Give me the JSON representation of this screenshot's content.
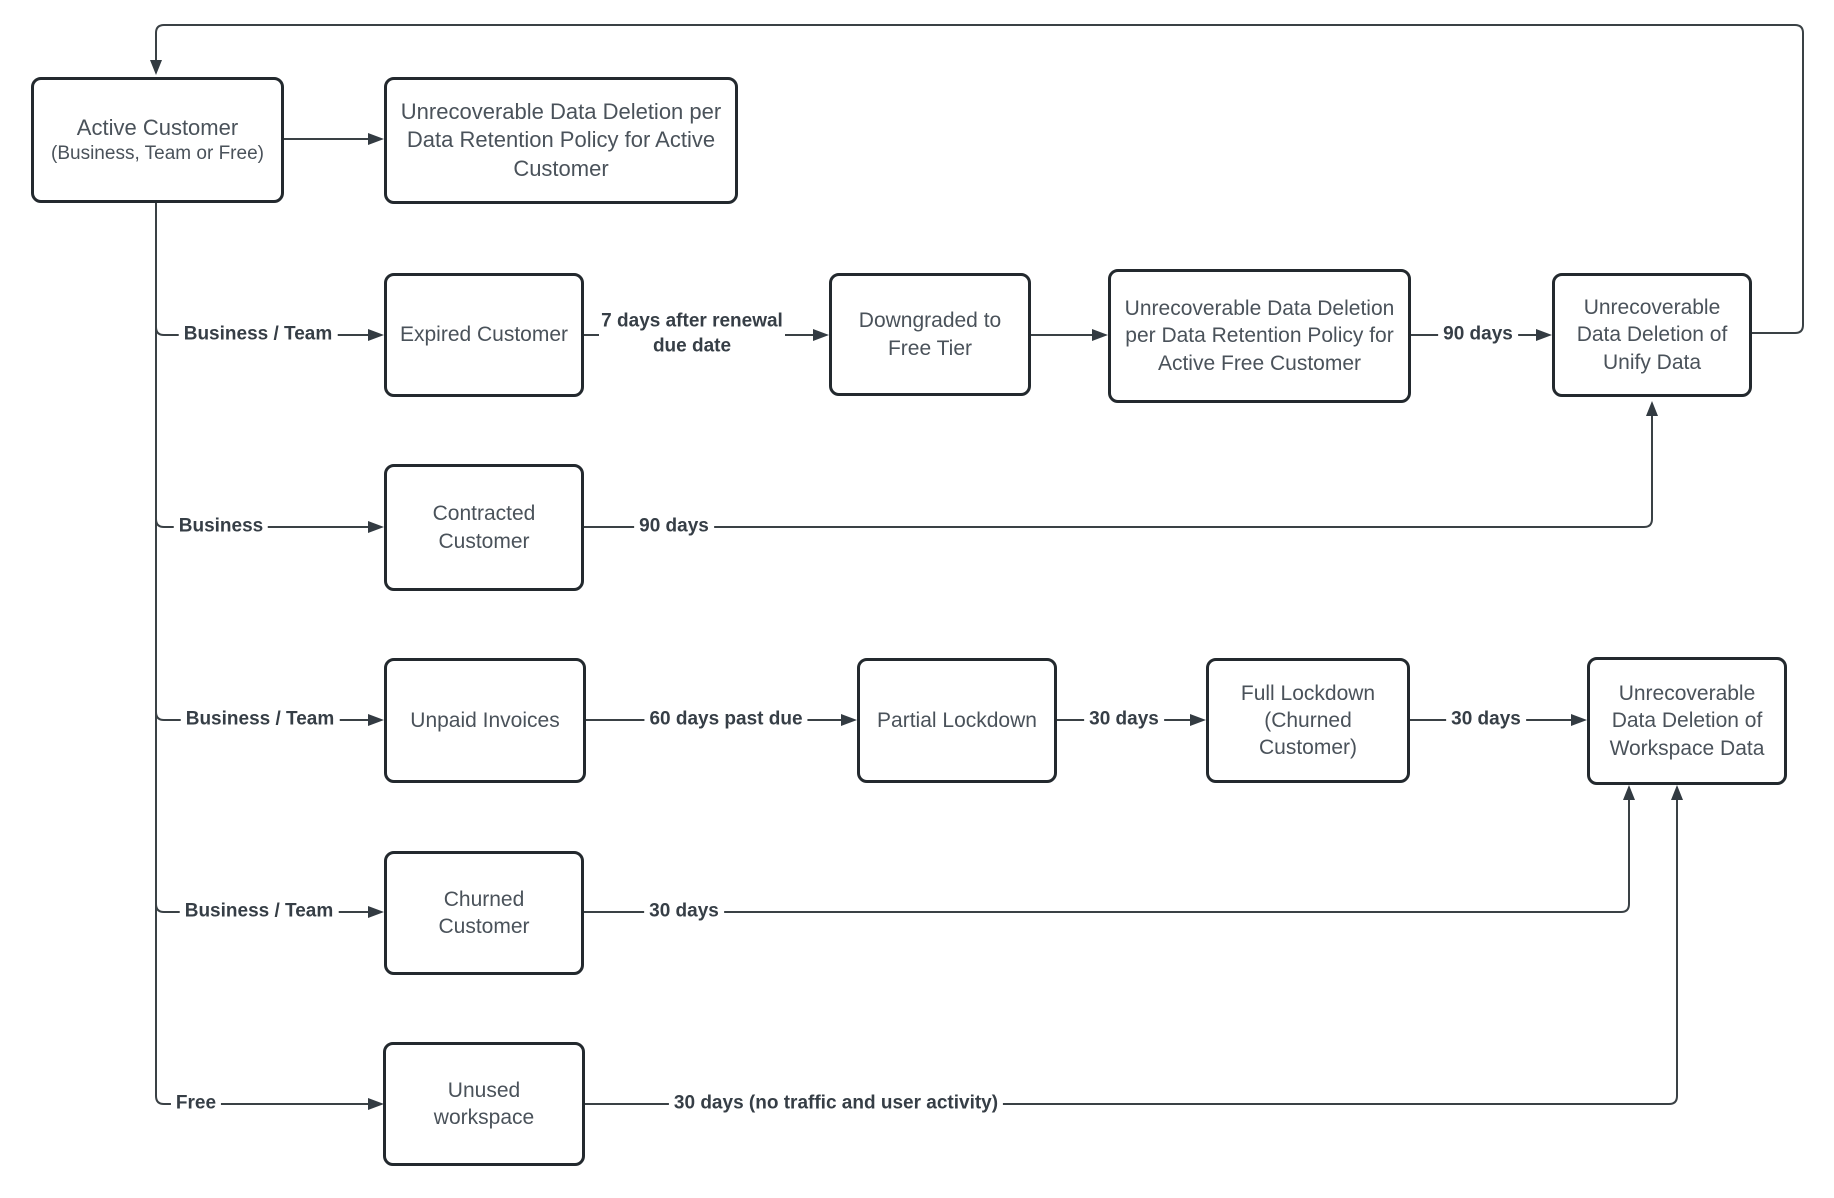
{
  "diagram": {
    "nodes": {
      "active_customer": {
        "title": "Active Customer",
        "subtitle": "(Business, Team or Free)"
      },
      "deletion_active": {
        "label": "Unrecoverable Data Deletion per Data Retention Policy for Active Customer"
      },
      "expired_customer": {
        "label": "Expired Customer"
      },
      "downgraded_free_tier": {
        "label": "Downgraded to Free Tier"
      },
      "deletion_active_free": {
        "label": "Unrecoverable Data Deletion per Data Retention Policy for Active Free Customer"
      },
      "deletion_unify_data": {
        "label": "Unrecoverable Data Deletion of Unify Data"
      },
      "contracted_customer": {
        "label": "Contracted Customer"
      },
      "unpaid_invoices": {
        "label": "Unpaid Invoices"
      },
      "partial_lockdown": {
        "label": "Partial Lockdown"
      },
      "full_lockdown": {
        "label": "Full Lockdown (Churned Customer)"
      },
      "deletion_workspace_data": {
        "label": "Unrecoverable Data Deletion of Workspace Data"
      },
      "churned_customer": {
        "label": "Churned Customer"
      },
      "unused_workspace": {
        "label": "Unused workspace"
      }
    },
    "edge_labels": {
      "business_team_expired": "Business / Team",
      "seven_days_after_renewal": "7 days after renewal due date",
      "ninety_days_free": "90 days",
      "business_contracted": "Business",
      "ninety_days_contracted": "90 days",
      "business_team_unpaid": "Business / Team",
      "sixty_days_past_due": "60 days past due",
      "thirty_days_partial": "30 days",
      "thirty_days_full": "30 days",
      "business_team_churned": "Business / Team",
      "thirty_days_churned": "30 days",
      "free_unused": "Free",
      "thirty_days_no_traffic": "30 days (no traffic and user activity)"
    },
    "colors": {
      "line": "#3a4145",
      "arrowhead": "#333b42",
      "box_border": "#23292e",
      "box_text": "#4a525a",
      "label_text": "#363e46",
      "background": "#ffffff"
    }
  }
}
